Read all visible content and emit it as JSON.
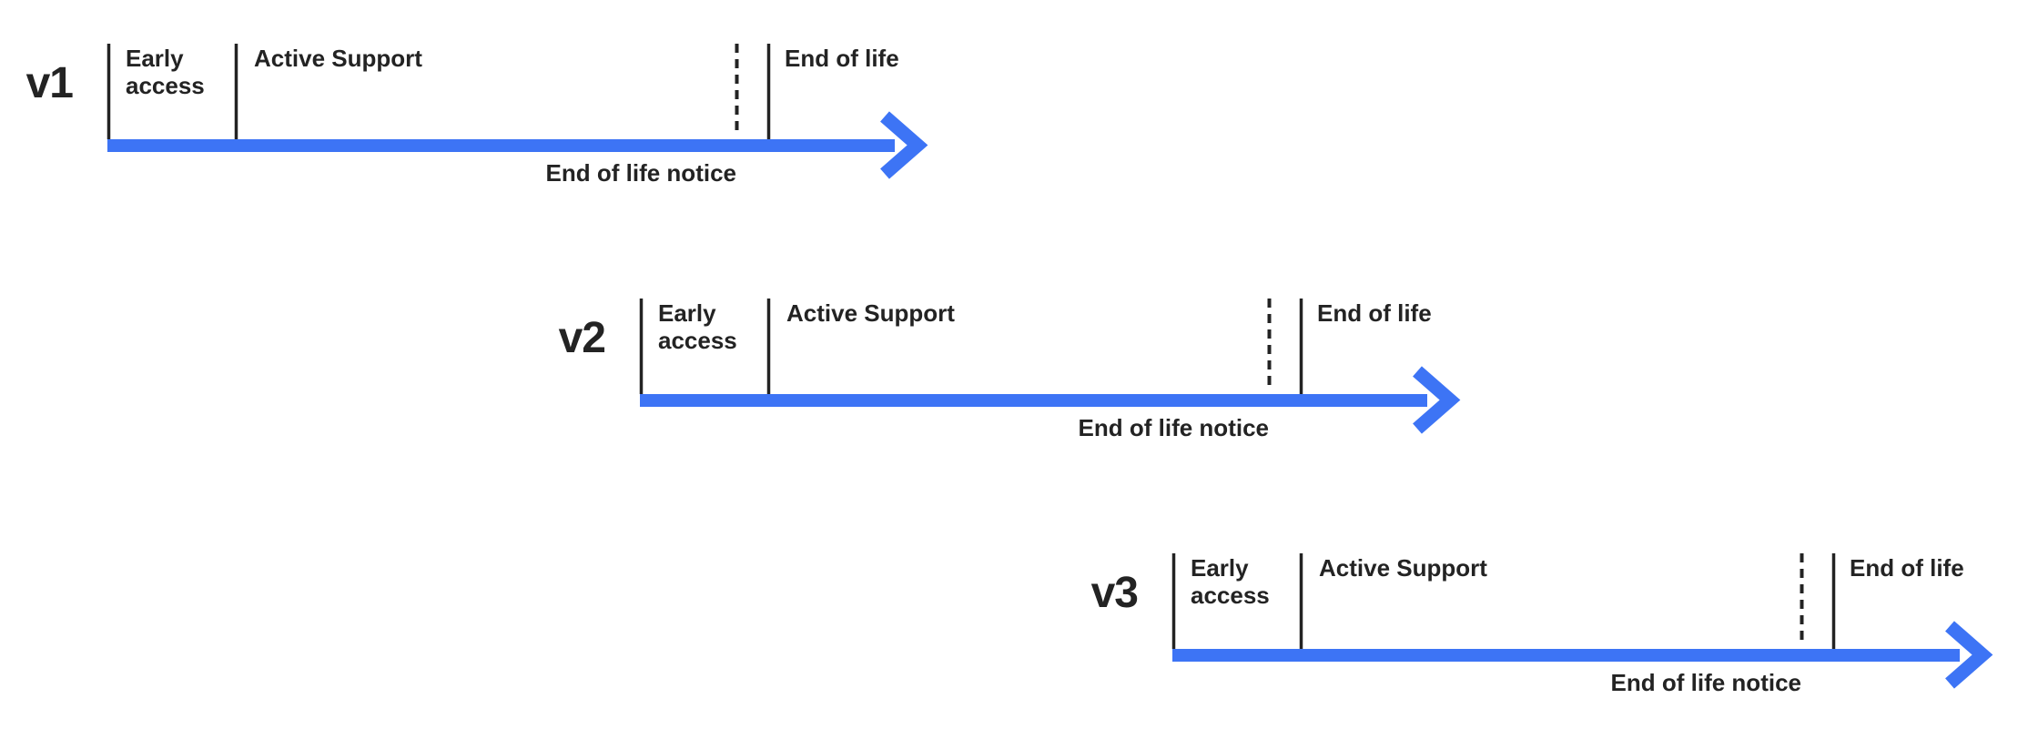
{
  "diagram": {
    "background": "#ffffff",
    "colors": {
      "timeline_blue": "#3d74f5",
      "text_dark": "#232323"
    },
    "phases": {
      "early_line1": "Early",
      "early_line2": "access",
      "active_support": "Active Support",
      "end_of_life": "End of life",
      "end_of_life_notice": "End of life notice"
    },
    "rows": [
      {
        "version": "v1"
      },
      {
        "version": "v2"
      },
      {
        "version": "v3"
      }
    ]
  }
}
